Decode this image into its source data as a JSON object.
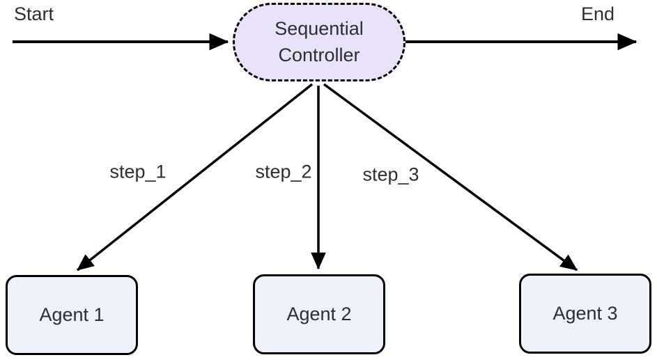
{
  "diagram": {
    "type": "flowchart",
    "start_label": "Start",
    "end_label": "End",
    "controller": {
      "label": "Sequential Controller",
      "shape": "stadium",
      "border_style": "dashed",
      "fill": "#e9e2f8"
    },
    "agents": [
      {
        "id": "agent1",
        "label": "Agent 1",
        "fill": "#edf2fb"
      },
      {
        "id": "agent2",
        "label": "Agent 2",
        "fill": "#edf2fb"
      },
      {
        "id": "agent3",
        "label": "Agent 3",
        "fill": "#edf2fb"
      }
    ],
    "edges": [
      {
        "from": "start",
        "to": "controller",
        "label": ""
      },
      {
        "from": "controller",
        "to": "end",
        "label": ""
      },
      {
        "from": "controller",
        "to": "agent1",
        "label": "step_1"
      },
      {
        "from": "controller",
        "to": "agent2",
        "label": "step_2"
      },
      {
        "from": "controller",
        "to": "agent3",
        "label": "step_3"
      }
    ],
    "colors": {
      "background": "#ffffff",
      "line": "#000000",
      "text": "#2d2d35",
      "controller_fill": "#e9e2f8",
      "agent_fill": "#edf2fb"
    }
  }
}
